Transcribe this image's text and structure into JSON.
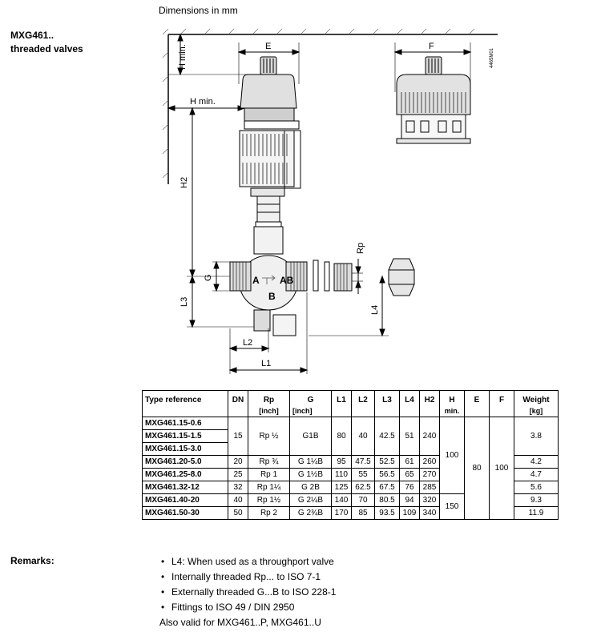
{
  "header": {
    "dimensions_caption": "Dimensions in mm",
    "product_title_line1": "MXG461..",
    "product_title_line2": "threaded valves"
  },
  "drawing": {
    "drawing_number": "4465M01",
    "labels": {
      "E": "E",
      "F": "F",
      "H_min_top": "H min.",
      "H_min": "H min.",
      "H2": "H2",
      "G": "G",
      "L3": "L3",
      "L2": "L2",
      "L1": "L1",
      "L4": "L4",
      "Rp": "Rp",
      "port_A": "A",
      "port_AB": "AB",
      "port_B": "B"
    }
  },
  "table": {
    "headers": [
      {
        "label": "Type reference",
        "unit": ""
      },
      {
        "label": "DN",
        "unit": ""
      },
      {
        "label": "Rp",
        "unit": "[inch]"
      },
      {
        "label": "G",
        "unit": "[inch]"
      },
      {
        "label": "L1",
        "unit": ""
      },
      {
        "label": "L2",
        "unit": ""
      },
      {
        "label": "L3",
        "unit": ""
      },
      {
        "label": "L4",
        "unit": ""
      },
      {
        "label": "H2",
        "unit": ""
      },
      {
        "label": "H",
        "unit": "min."
      },
      {
        "label": "E",
        "unit": ""
      },
      {
        "label": "F",
        "unit": ""
      },
      {
        "label": "Weight",
        "unit": "[kg]"
      }
    ],
    "rows": [
      {
        "ref": "MXG461.15-0.6"
      },
      {
        "ref": "MXG461.15-1.5"
      },
      {
        "ref": "MXG461.15-3.0"
      },
      {
        "ref": "MXG461.20-5.0",
        "dn": "20",
        "rp": "Rp ¾",
        "g": "G 1¼B",
        "l1": "95",
        "l2": "47.5",
        "l3": "52.5",
        "l4": "61",
        "h2": "260",
        "weight": "4.2"
      },
      {
        "ref": "MXG461.25-8.0",
        "dn": "25",
        "rp": "Rp 1",
        "g": "G 1½B",
        "l1": "110",
        "l2": "55",
        "l3": "56.5",
        "l4": "65",
        "h2": "270",
        "weight": "4.7"
      },
      {
        "ref": "MXG461.32-12",
        "dn": "32",
        "rp": "Rp 1¼",
        "g": "G 2B",
        "l1": "125",
        "l2": "62.5",
        "l3": "67.5",
        "l4": "76",
        "h2": "285",
        "weight": "5.6"
      },
      {
        "ref": "MXG461.40-20",
        "dn": "40",
        "rp": "Rp 1½",
        "g": "G 2¼B",
        "l1": "140",
        "l2": "70",
        "l3": "80.5",
        "l4": "94",
        "h2": "320",
        "weight": "9.3"
      },
      {
        "ref": "MXG461.50-30",
        "dn": "50",
        "rp": "Rp 2",
        "g": "G 2¾B",
        "l1": "170",
        "l2": "85",
        "l3": "93.5",
        "l4": "109",
        "h2": "340",
        "weight": "11.9"
      }
    ],
    "group15": {
      "dn": "15",
      "rp": "Rp ½",
      "g": "G1B",
      "l1": "80",
      "l2": "40",
      "l3": "42.5",
      "l4": "51",
      "h2": "240",
      "weight": "3.8"
    },
    "h_min_group1": "100",
    "h_min_group2": "150",
    "e_value": "80",
    "f_value": "100"
  },
  "remarks": {
    "label": "Remarks:",
    "items": [
      "L4:  When used as a throughport valve",
      "Internally threaded Rp... to ISO 7-1",
      "Externally threaded G...B to ISO 228-1",
      "Fittings to ISO 49 / DIN 2950"
    ],
    "also_valid": "Also valid for MXG461..P, MXG461..U"
  }
}
